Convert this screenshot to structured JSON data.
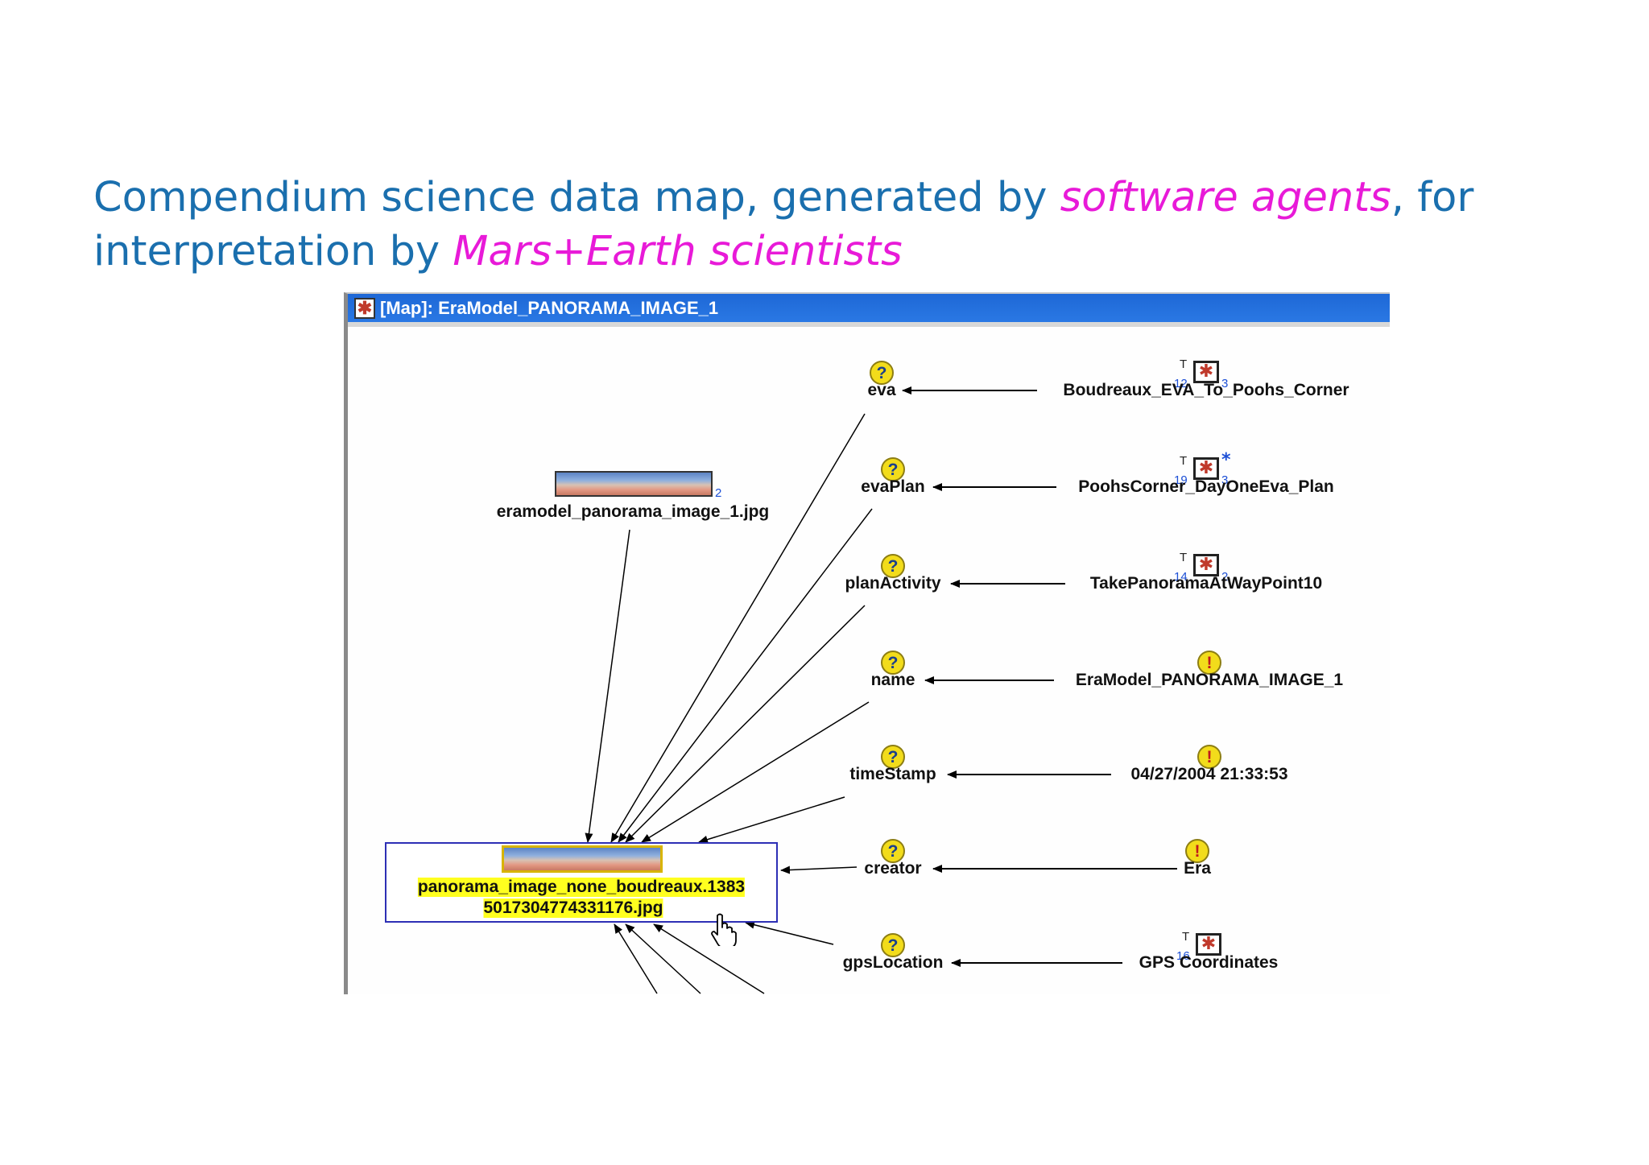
{
  "slide": {
    "title_part1": "Compendium science data map, generated by ",
    "title_highlight1": "software agents",
    "title_part2": ", for interpretation by ",
    "title_highlight2": "Mars+Earth scientists",
    "highlight_color": "#e81ad8",
    "text_color": "#1a6fae"
  },
  "window": {
    "title": "[Map]: EraModel_PANORAMA_IMAGE_1",
    "title_icon": "map-icon"
  },
  "nodes": {
    "image_node": {
      "label": "eramodel_panorama_image_1.jpg",
      "count": "2"
    },
    "selected_node": {
      "line1": "panorama_image_none_boudreaux.1383",
      "line2": "5017304774331176.jpg"
    },
    "questions": [
      {
        "label": "eva",
        "icon": "question-icon"
      },
      {
        "label": "evaPlan",
        "icon": "question-icon"
      },
      {
        "label": "planActivity",
        "icon": "question-icon"
      },
      {
        "label": "name",
        "icon": "question-icon"
      },
      {
        "label": "timeStamp",
        "icon": "question-icon"
      },
      {
        "label": "creator",
        "icon": "question-icon"
      },
      {
        "label": "gpsLocation",
        "icon": "question-icon"
      }
    ],
    "answers": [
      {
        "label": "Boudreaux_EVA_To_Poohs_Corner",
        "icon": "map-icon",
        "tag": "T",
        "left_num": "12",
        "right_num": "3"
      },
      {
        "label": "PoohsCorner_DayOneEva_Plan",
        "icon": "map-icon",
        "tag": "T",
        "left_num": "19",
        "right_num": "3",
        "extra": "*"
      },
      {
        "label": "TakePanoramaAtWayPoint10",
        "icon": "map-icon",
        "tag": "T",
        "left_num": "14",
        "right_num": "2"
      },
      {
        "label": "EraModel_PANORAMA_IMAGE_1",
        "icon": "exclamation-icon"
      },
      {
        "label": "04/27/2004 21:33:53",
        "icon": "exclamation-icon"
      },
      {
        "label": "Era",
        "icon": "exclamation-icon"
      },
      {
        "label": "GPS Coordinates",
        "icon": "map-icon",
        "tag": "T",
        "left_num": "16"
      }
    ]
  },
  "icons": {
    "question": "?",
    "exclamation": "!",
    "map": "✱",
    "cursor": "hand-pointer-icon"
  }
}
